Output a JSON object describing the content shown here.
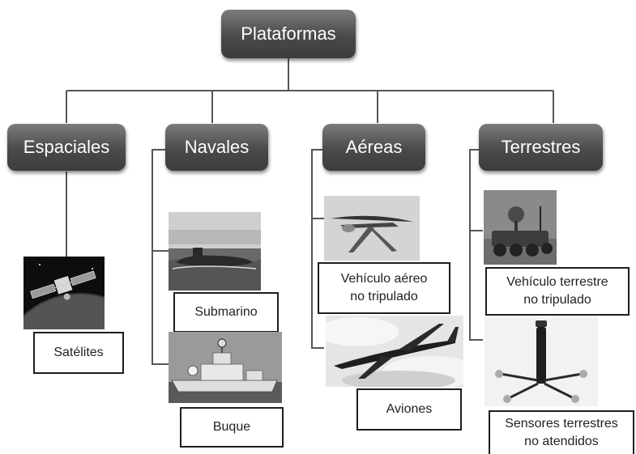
{
  "root": {
    "label": "Plataformas"
  },
  "categories": [
    {
      "label": "Espaciales"
    },
    {
      "label": "Navales"
    },
    {
      "label": "Aéreas"
    },
    {
      "label": "Terrestres"
    }
  ],
  "items": {
    "satelites": {
      "lines": [
        "Satélites"
      ],
      "icon": "satellite-icon"
    },
    "submarino": {
      "lines": [
        "Submarino"
      ],
      "icon": "submarine-icon"
    },
    "buque": {
      "lines": [
        "Buque"
      ],
      "icon": "ship-icon"
    },
    "uav": {
      "lines": [
        "Vehículo aéreo",
        "no tripulado"
      ],
      "icon": "drone-icon"
    },
    "aviones": {
      "lines": [
        "Aviones"
      ],
      "icon": "airplane-icon"
    },
    "ugv": {
      "lines": [
        "Vehículo terrestre",
        "no tripulado"
      ],
      "icon": "ground-vehicle-icon"
    },
    "sensores": {
      "lines": [
        "Sensores terrestres",
        "no atendidos"
      ],
      "icon": "ground-sensor-icon"
    }
  },
  "colors": {
    "node_fill": "#4a4a4a",
    "connector": "#555555",
    "label_border": "#1e1e1e"
  }
}
